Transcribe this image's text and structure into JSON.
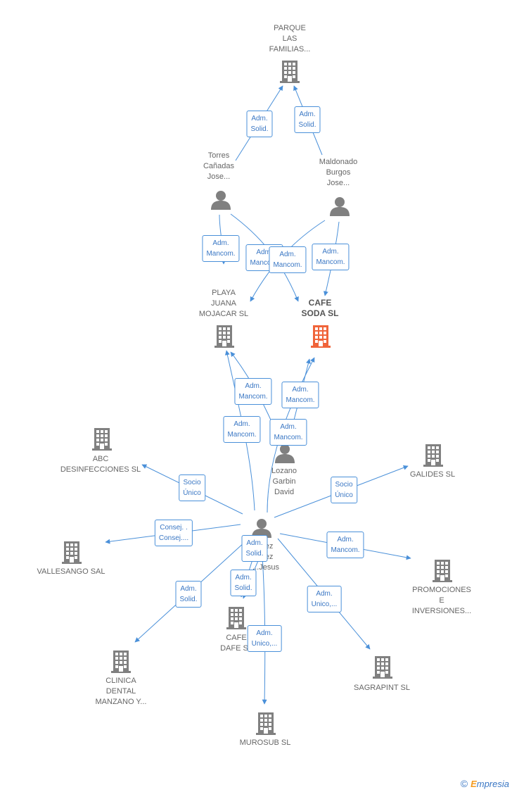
{
  "colors": {
    "edge": "#4a90d9",
    "company": "#808080",
    "focus_company": "#f0643a",
    "person": "#808080"
  },
  "nodes": [
    {
      "id": "parque",
      "kind": "company",
      "lines": [
        "PARQUE",
        "LAS",
        "FAMILIAS..."
      ]
    },
    {
      "id": "torres",
      "kind": "person",
      "lines": [
        "Torres",
        "Cañadas",
        "Jose..."
      ]
    },
    {
      "id": "maldonado",
      "kind": "person",
      "lines": [
        "Maldonado",
        "Burgos",
        "Jose..."
      ]
    },
    {
      "id": "playa",
      "kind": "company",
      "lines": [
        "PLAYA",
        "JUANA",
        "MOJACAR  SL"
      ]
    },
    {
      "id": "cafesoda",
      "kind": "company",
      "focus": true,
      "lines": [
        "CAFE",
        "SODA  SL"
      ]
    },
    {
      "id": "lozano",
      "kind": "person",
      "lines": [
        "Lozano",
        "Garbin",
        "David"
      ]
    },
    {
      "id": "abc",
      "kind": "company",
      "lines": [
        "ABC",
        "DESINFECCIONES SL"
      ]
    },
    {
      "id": "galides",
      "kind": "company",
      "lines": [
        "GALIDES  SL"
      ]
    },
    {
      "id": "center",
      "kind": "person",
      "lines": [
        "...ez",
        "...ez",
        "...Jesus"
      ]
    },
    {
      "id": "vallesango",
      "kind": "company",
      "lines": [
        "VALLESANGO SAL"
      ]
    },
    {
      "id": "promociones",
      "kind": "company",
      "lines": [
        "PROMOCIONES",
        "E",
        "INVERSIONES..."
      ]
    },
    {
      "id": "cafedafe",
      "kind": "company",
      "lines": [
        "CAFE",
        "DAFE SL"
      ]
    },
    {
      "id": "clinica",
      "kind": "company",
      "lines": [
        "CLINICA",
        "DENTAL",
        "MANZANO Y..."
      ]
    },
    {
      "id": "sagrapint",
      "kind": "company",
      "lines": [
        "SAGRAPINT SL"
      ]
    },
    {
      "id": "murosub",
      "kind": "company",
      "lines": [
        "MUROSUB SL"
      ]
    }
  ],
  "edges": [
    {
      "id": "e1",
      "lines": [
        "Adm.",
        "Solid."
      ]
    },
    {
      "id": "e2",
      "lines": [
        "Adm.",
        "Solid."
      ]
    },
    {
      "id": "e3",
      "lines": [
        "Adm.",
        "Mancom."
      ]
    },
    {
      "id": "e4",
      "lines": [
        "Adm.",
        "Mancom."
      ]
    },
    {
      "id": "e5",
      "lines": [
        "Adm.",
        "Mancom."
      ]
    },
    {
      "id": "e6",
      "lines": [
        "Adm.",
        "Mancom."
      ]
    },
    {
      "id": "e7",
      "lines": [
        "Adm.",
        "Mancom."
      ]
    },
    {
      "id": "e8",
      "lines": [
        "Adm.",
        "Mancom."
      ]
    },
    {
      "id": "e9",
      "lines": [
        "Adm.",
        "Mancom."
      ]
    },
    {
      "id": "e10",
      "lines": [
        "Adm.",
        "Mancom."
      ]
    },
    {
      "id": "e11",
      "lines": [
        "Socio",
        "Único"
      ]
    },
    {
      "id": "e12",
      "lines": [
        "Socio",
        "Único"
      ]
    },
    {
      "id": "e13",
      "lines": [
        "Consej. .",
        "Consej...."
      ]
    },
    {
      "id": "e14",
      "lines": [
        "Adm.",
        "Solid."
      ]
    },
    {
      "id": "e15",
      "lines": [
        "Adm.",
        "Mancom."
      ]
    },
    {
      "id": "e16",
      "lines": [
        "Adm.",
        "Solid."
      ]
    },
    {
      "id": "e17",
      "lines": [
        "Adm.",
        "Solid."
      ]
    },
    {
      "id": "e18",
      "lines": [
        "Adm.",
        "Unico,..."
      ]
    },
    {
      "id": "e19",
      "lines": [
        "Adm.",
        "Unico,..."
      ]
    }
  ],
  "brand": {
    "copyright": "©",
    "first_letter": "E",
    "rest": "mpresia"
  }
}
